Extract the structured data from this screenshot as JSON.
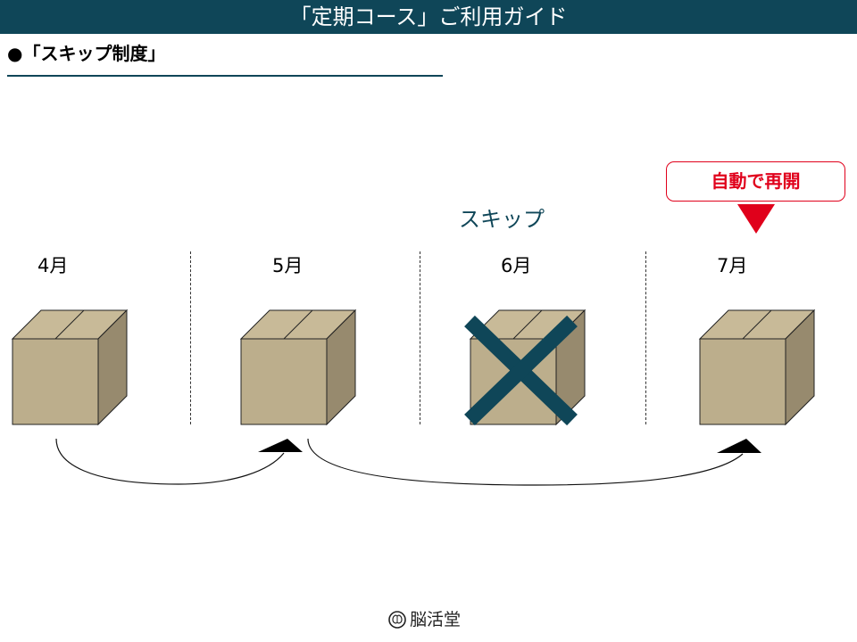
{
  "header": {
    "title": "「定期コース」ご利用ガイド"
  },
  "section": {
    "title": "●「スキップ制度」"
  },
  "timeline": {
    "months": [
      {
        "label": "4月",
        "status": "delivered"
      },
      {
        "label": "5月",
        "status": "delivered"
      },
      {
        "label": "6月",
        "status": "skipped"
      },
      {
        "label": "7月",
        "status": "delivered"
      }
    ],
    "skip_label": "スキップ",
    "resume_label": "自動で再開"
  },
  "footer": {
    "logo_text": "脳活堂"
  },
  "colors": {
    "header_bg": "#0f4658",
    "box_front": "#bcae8c",
    "box_top": "#c8ba98",
    "box_side": "#978a6e",
    "x_mark": "#0f4658",
    "accent_red": "#e0001b"
  }
}
